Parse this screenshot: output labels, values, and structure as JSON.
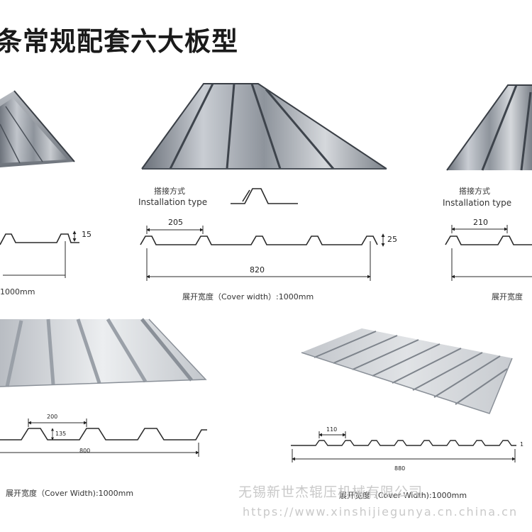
{
  "title": "条常规配套六大板型",
  "panels": [
    {
      "id": "panel-a",
      "width_caption": "1000mm",
      "dims": {
        "height": "15"
      }
    },
    {
      "id": "panel-b",
      "install_cn": "搭接方式",
      "install_en": "Installation type",
      "width_caption": "展开宽度（Cover width）:1000mm",
      "dims": {
        "pitch": "205",
        "height": "25",
        "span": "820"
      }
    },
    {
      "id": "panel-c",
      "install_cn": "搭接方式",
      "install_en": "Installation type",
      "width_caption": "展开宽度",
      "dims": {
        "pitch": "210"
      }
    },
    {
      "id": "panel-d",
      "width_caption": "展开宽度（Cover Width):1000mm",
      "dims": {
        "pitch": "200",
        "height": "135",
        "span": "800"
      }
    },
    {
      "id": "panel-e",
      "width_caption": "展开宽度（Cover Width):1000mm",
      "dims": {
        "pitch": "110",
        "span": "880",
        "height": "1"
      }
    }
  ],
  "watermark": {
    "company": "无锡新世杰辊压机械有限公司",
    "url": "https://www.xinshijiegunya.cn.china.cn"
  },
  "colors": {
    "sheet_light": "#e2e4e7",
    "sheet_mid": "#9aa0a8",
    "sheet_dark": "#5f656e",
    "line": "#2a2a2a",
    "watermark": "#c9c9c9"
  }
}
